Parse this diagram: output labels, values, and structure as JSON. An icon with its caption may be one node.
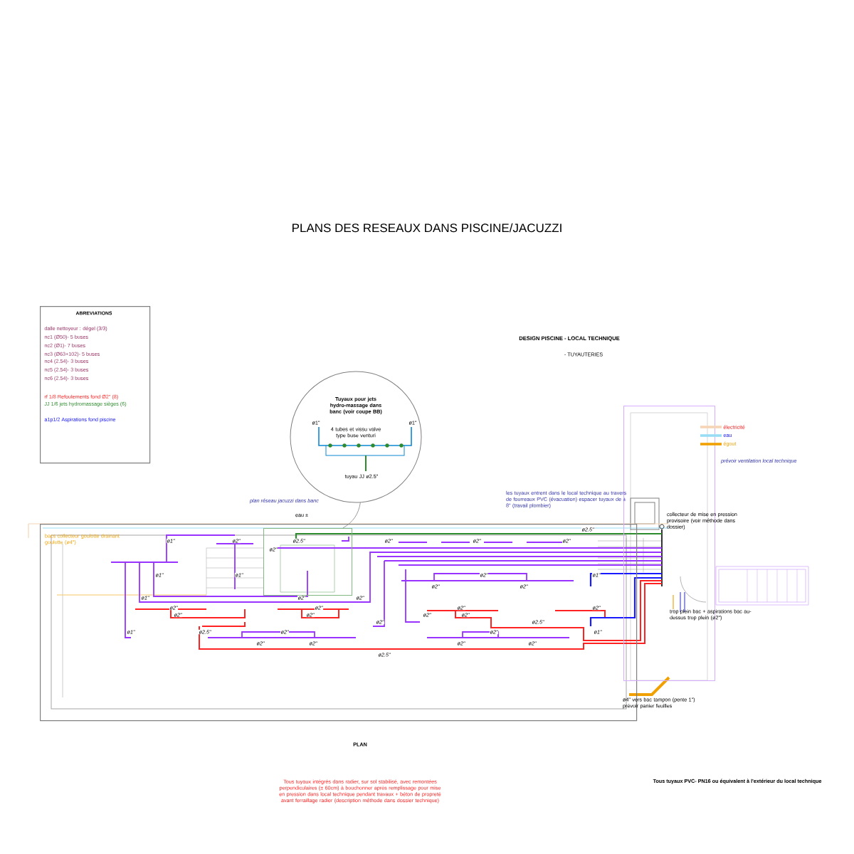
{
  "diagram": {
    "title": "PLANS DES RESEAUX DANS PISCINE/JACUZZI",
    "nodes": [
      {
        "text": [
          "ABREVIATIONS",
          "dalle nettoyeur : dégel (3/3)",
          "nc1 (Ø50)- 5 buses",
          "nc2 (Ø1)- 7 buses",
          "nc3 (Ø63+102)- 5 buses",
          "nc4 (2.54)- 3 buses",
          "nc5 (2.54)- 3 buses",
          "nc6 (2.54)- 3 buses",
          "rf 1/8 Refoulements fond Ø2\" (8)",
          "JJ 1/6 jets hydromassage sièges (6)",
          "a1p1/2 Aspirations fond piscine"
        ]
      },
      {
        "text": [
          "Tuyaux pour jets hydro-massage dans banc (voir coupe BB)",
          "4 tubes et vissu valve type buse venturi",
          "tuyau JJ ø2.5\""
        ]
      },
      {
        "text": [],
        "shape": "box"
      },
      {
        "text": [],
        "shape": "box",
        "in": 2
      },
      {
        "text": [],
        "shape": "box"
      }
    ],
    "edges": [
      {
        "from": 1,
        "to": 3,
        "arrow": "none"
      }
    ],
    "labels": [
      "DESIGN PISCINE - LOCAL TECHNIQUE",
      "- TUYAUTERIES",
      "ø1\"",
      "ø1\"",
      "prévoir ventilation local technique",
      "plan réseau jacuzzi dans banc",
      "les tuyaux entrent dans le local technique au travers de fourreaux PVC (évacuation) espacer tuyaux de ± 8\" (travail plombier)",
      "eau ±",
      "collecteur de mise en pression provisoire (voir méthode dans dossier)",
      "ø2.5\"",
      "bacs collecteur goulotte drainant goulotte (ø4\")",
      "ø1\"",
      "ø2\"",
      "ø2.5\"",
      "ø2\"",
      "ø2\"",
      "ø2\"",
      "ø2\"",
      "ø1\"",
      "ø1\"",
      "ø2\"",
      "ø1\"",
      "ø2\"",
      "ø2\"",
      "ø1\"",
      "ø2\"",
      "ø2\"",
      "ø2\"",
      "ø2\"",
      "ø2\"",
      "ø2\"",
      "ø2\"",
      "ø2\"",
      "ø2\"",
      "ø2\"",
      "trop plein bac + aspirations bac au-dessus trop plein (ø2\")",
      "ø2\"",
      "ø2.5\"",
      "ø1\"",
      "ø2.5\"",
      "ø2\"",
      "ø2\"",
      "ø1\"",
      "ø2\"",
      "ø2\"",
      "ø2\"",
      "ø2\"",
      "ø2.5\"",
      "ø4\" vers bac tampon (pente 1\") prévoir panier feuilles",
      "PLAN",
      "Tous tuyaux intégrés dans radier, sur sol stabilisé, avec remontées perpendiculaires (± 60cm) à bouchonner après remplissage pour mise en pression dans local technique pendant travaux + béton de propreté avant ferraillage radier (description méthode dans dossier technique)",
      "Tous tuyaux PVC- PN16 ou équivalent à l'extérieur du local technique"
    ],
    "legend": [
      {
        "text": "électricité",
        "color": "#f5d5b5"
      },
      {
        "text": "eau",
        "color": "#99ddf5"
      },
      {
        "text": "égout",
        "color": "#f0a000"
      }
    ]
  }
}
